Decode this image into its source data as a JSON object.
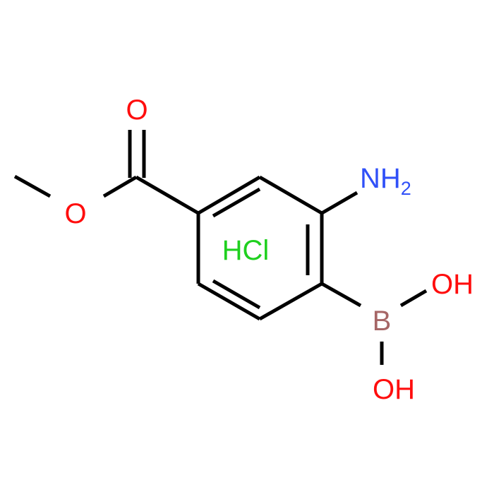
{
  "atoms": {
    "carbonyl_oxygen": {
      "text": "O",
      "color": "#ff0d0d"
    },
    "ester_oxygen": {
      "text": "O",
      "color": "#ff0d0d"
    },
    "amine": {
      "text": "NH",
      "subscript": "2",
      "color": "#3050f8"
    },
    "boron": {
      "text": "B",
      "color": "#a66666"
    },
    "hydroxyl_upper": {
      "text": "OH",
      "color": "#ff0d0d"
    },
    "hydroxyl_lower": {
      "text": "OH",
      "color": "#ff0d0d"
    }
  },
  "salt": {
    "text": "HCl",
    "color": "#1fd01f"
  },
  "bond_color": "#000000"
}
